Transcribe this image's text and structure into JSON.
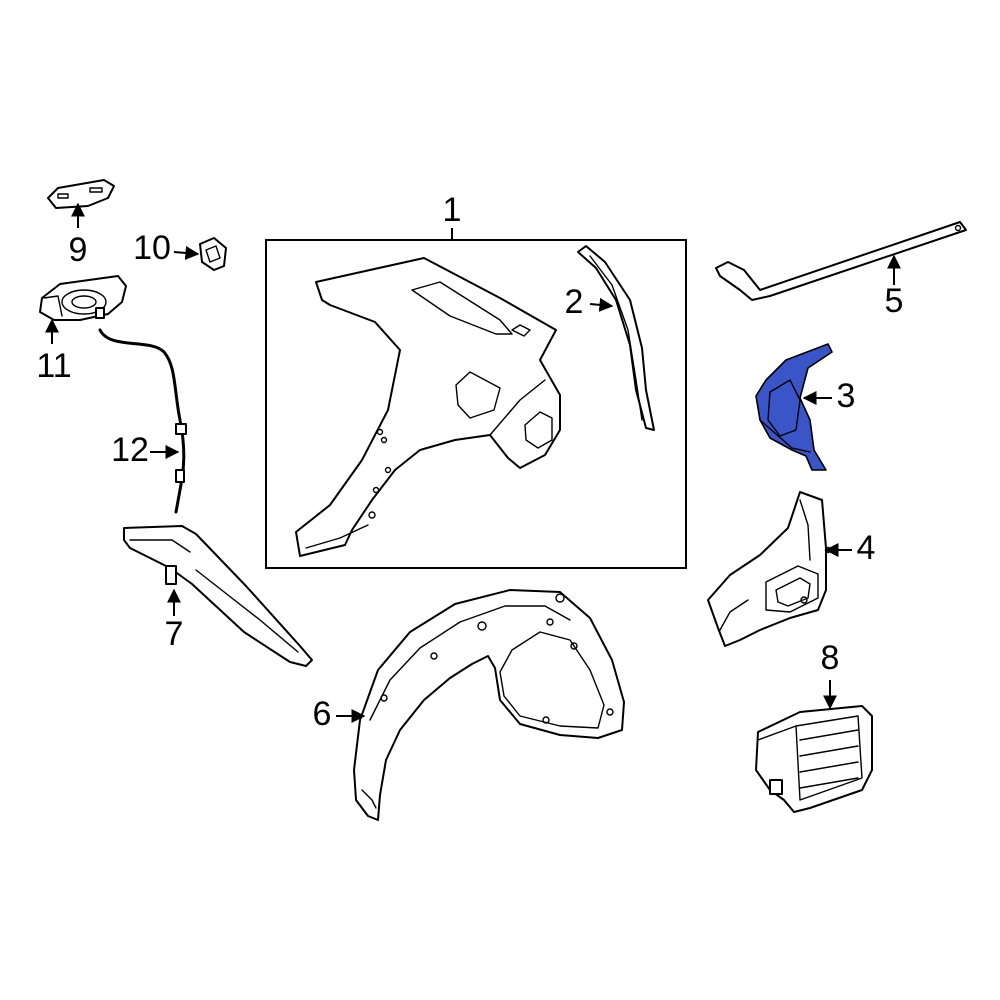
{
  "diagram": {
    "highlight_color": "#3a55c8",
    "callouts": [
      {
        "id": "1",
        "label": "1"
      },
      {
        "id": "2",
        "label": "2"
      },
      {
        "id": "3",
        "label": "3"
      },
      {
        "id": "4",
        "label": "4"
      },
      {
        "id": "5",
        "label": "5"
      },
      {
        "id": "6",
        "label": "6"
      },
      {
        "id": "7",
        "label": "7"
      },
      {
        "id": "8",
        "label": "8"
      },
      {
        "id": "9",
        "label": "9"
      },
      {
        "id": "10",
        "label": "10"
      },
      {
        "id": "11",
        "label": "11"
      },
      {
        "id": "12",
        "label": "12"
      }
    ]
  }
}
